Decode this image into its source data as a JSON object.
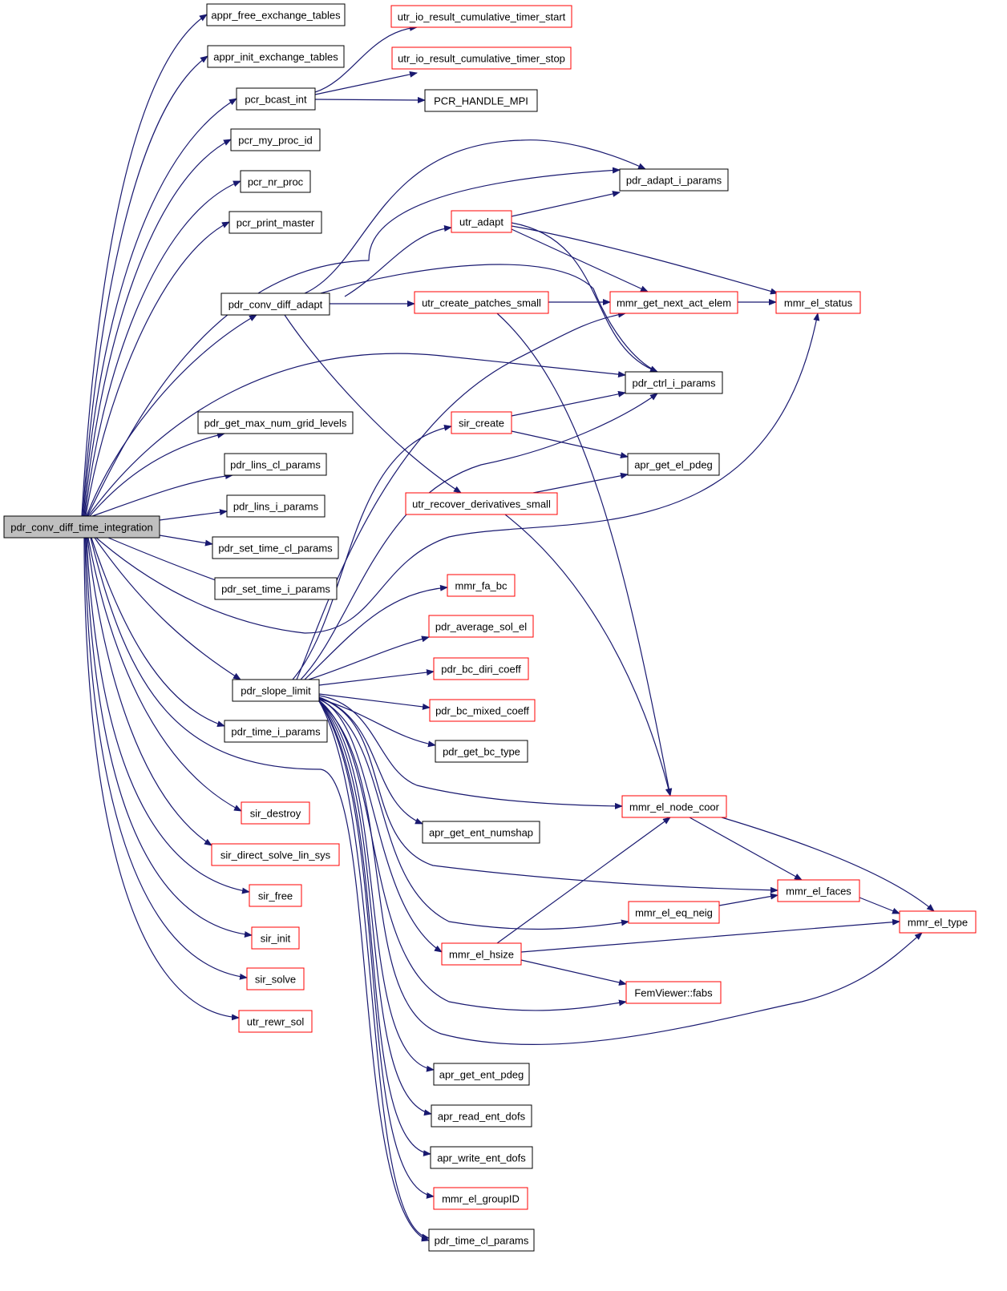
{
  "colors": {
    "edge": "#191970",
    "box_black": "#000000",
    "box_red": "#ff0000",
    "root_fill": "#bfbfbf",
    "node_fill": "#ffffff"
  },
  "graph": {
    "root": "pdr_conv_diff_time_integration",
    "nodes": [
      {
        "id": "root",
        "label": "pdr_conv_diff_time_integration",
        "color": "root"
      },
      {
        "id": "appr_free",
        "label": "appr_free_exchange_tables",
        "color": "black"
      },
      {
        "id": "appr_init",
        "label": "appr_init_exchange_tables",
        "color": "black"
      },
      {
        "id": "pcr_bcast",
        "label": "pcr_bcast_int",
        "color": "black"
      },
      {
        "id": "pcr_my_proc",
        "label": "pcr_my_proc_id",
        "color": "black"
      },
      {
        "id": "pcr_nr_proc",
        "label": "pcr_nr_proc",
        "color": "black"
      },
      {
        "id": "pcr_print",
        "label": "pcr_print_master",
        "color": "black"
      },
      {
        "id": "pdr_conv_diff_adapt",
        "label": "pdr_conv_diff_adapt",
        "color": "black"
      },
      {
        "id": "pdr_get_max",
        "label": "pdr_get_max_num_grid_levels",
        "color": "black"
      },
      {
        "id": "pdr_lins_cl",
        "label": "pdr_lins_cl_params",
        "color": "black"
      },
      {
        "id": "pdr_lins_i",
        "label": "pdr_lins_i_params",
        "color": "black"
      },
      {
        "id": "pdr_set_time_cl",
        "label": "pdr_set_time_cl_params",
        "color": "black"
      },
      {
        "id": "pdr_set_time_i",
        "label": "pdr_set_time_i_params",
        "color": "black"
      },
      {
        "id": "pdr_slope_limit",
        "label": "pdr_slope_limit",
        "color": "black"
      },
      {
        "id": "pdr_time_i",
        "label": "pdr_time_i_params",
        "color": "black"
      },
      {
        "id": "sir_destroy",
        "label": "sir_destroy",
        "color": "red"
      },
      {
        "id": "sir_direct",
        "label": "sir_direct_solve_lin_sys",
        "color": "red"
      },
      {
        "id": "sir_free",
        "label": "sir_free",
        "color": "red"
      },
      {
        "id": "sir_init",
        "label": "sir_init",
        "color": "red"
      },
      {
        "id": "sir_solve",
        "label": "sir_solve",
        "color": "red"
      },
      {
        "id": "utr_rewr",
        "label": "utr_rewr_sol",
        "color": "red"
      },
      {
        "id": "utr_io_start",
        "label": "utr_io_result_cumulative_timer_start",
        "color": "red"
      },
      {
        "id": "utr_io_stop",
        "label": "utr_io_result_cumulative_timer_stop",
        "color": "red"
      },
      {
        "id": "pcr_handle",
        "label": "PCR_HANDLE_MPI",
        "color": "black"
      },
      {
        "id": "pdr_adapt_i",
        "label": "pdr_adapt_i_params",
        "color": "black"
      },
      {
        "id": "utr_adapt",
        "label": "utr_adapt",
        "color": "red"
      },
      {
        "id": "utr_create",
        "label": "utr_create_patches_small",
        "color": "red"
      },
      {
        "id": "mmr_get_next",
        "label": "mmr_get_next_act_elem",
        "color": "red"
      },
      {
        "id": "mmr_el_status",
        "label": "mmr_el_status",
        "color": "red"
      },
      {
        "id": "pdr_ctrl_i",
        "label": "pdr_ctrl_i_params",
        "color": "black"
      },
      {
        "id": "sir_create",
        "label": "sir_create",
        "color": "red"
      },
      {
        "id": "apr_get_el_pdeg",
        "label": "apr_get_el_pdeg",
        "color": "black"
      },
      {
        "id": "utr_recover",
        "label": "utr_recover_derivatives_small",
        "color": "red"
      },
      {
        "id": "mmr_fa_bc",
        "label": "mmr_fa_bc",
        "color": "red"
      },
      {
        "id": "pdr_average",
        "label": "pdr_average_sol_el",
        "color": "red"
      },
      {
        "id": "pdr_bc_diri",
        "label": "pdr_bc_diri_coeff",
        "color": "red"
      },
      {
        "id": "pdr_bc_mixed",
        "label": "pdr_bc_mixed_coeff",
        "color": "red"
      },
      {
        "id": "pdr_get_bc",
        "label": "pdr_get_bc_type",
        "color": "black"
      },
      {
        "id": "mmr_el_node",
        "label": "mmr_el_node_coor",
        "color": "red"
      },
      {
        "id": "apr_get_ent_numshap",
        "label": "apr_get_ent_numshap",
        "color": "black"
      },
      {
        "id": "mmr_el_faces",
        "label": "mmr_el_faces",
        "color": "red"
      },
      {
        "id": "mmr_el_eq_neig",
        "label": "mmr_el_eq_neig",
        "color": "red"
      },
      {
        "id": "mmr_el_type",
        "label": "mmr_el_type",
        "color": "red"
      },
      {
        "id": "mmr_el_hsize",
        "label": "mmr_el_hsize",
        "color": "red"
      },
      {
        "id": "femviewer_fabs",
        "label": "FemViewer::fabs",
        "color": "red"
      },
      {
        "id": "apr_get_ent_pdeg",
        "label": "apr_get_ent_pdeg",
        "color": "black"
      },
      {
        "id": "apr_read",
        "label": "apr_read_ent_dofs",
        "color": "black"
      },
      {
        "id": "apr_write",
        "label": "apr_write_ent_dofs",
        "color": "black"
      },
      {
        "id": "mmr_el_groupID",
        "label": "mmr_el_groupID",
        "color": "red"
      },
      {
        "id": "pdr_time_cl",
        "label": "pdr_time_cl_params",
        "color": "black"
      }
    ]
  }
}
